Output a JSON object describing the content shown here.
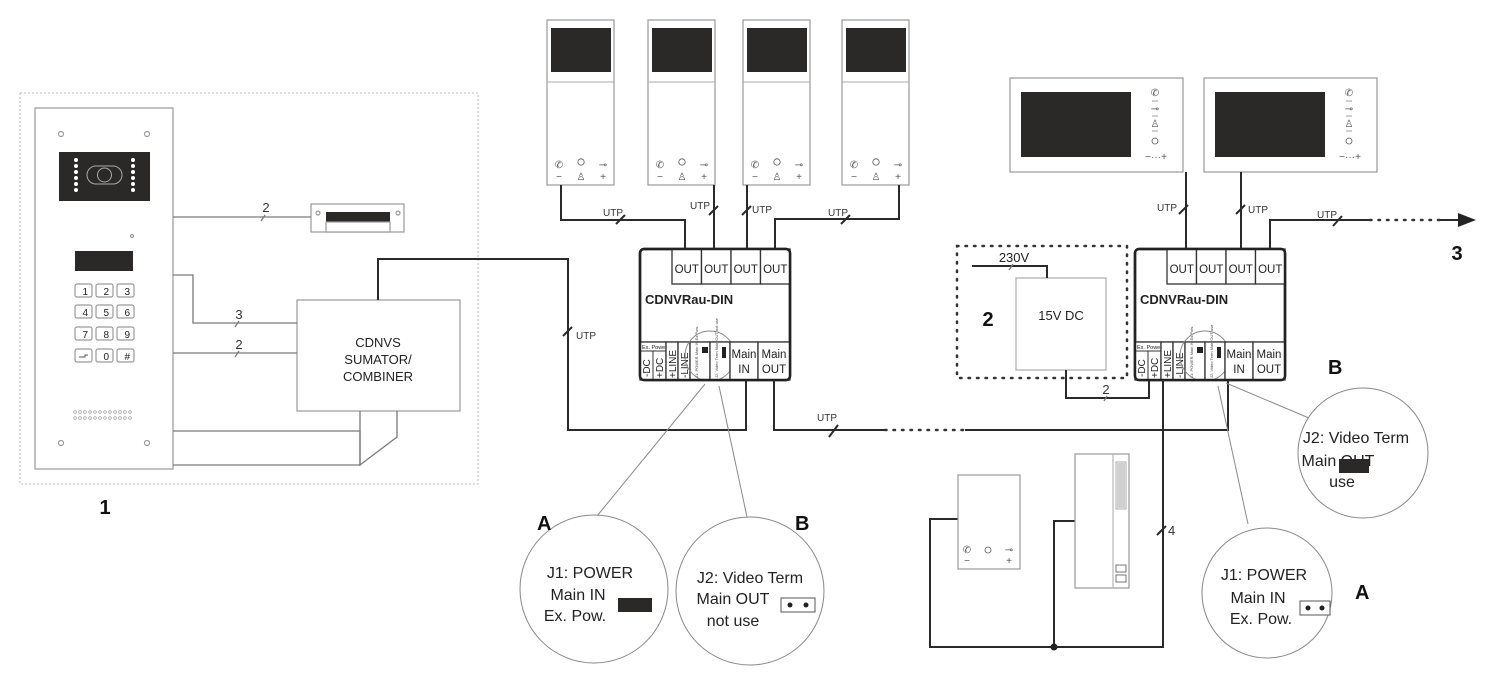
{
  "diagram": {
    "title": "CDNVRau-DIN video intercom wiring diagram",
    "section_labels": {
      "panel": "1",
      "power_supply": "2",
      "continuation": "3"
    },
    "entry_panel": {
      "keypad_keys": [
        "1",
        "2",
        "3",
        "4",
        "5",
        "6",
        "7",
        "8",
        "9",
        "key",
        "0",
        "#"
      ]
    },
    "combiner": {
      "line1": "CDNVS",
      "line2": "SUMATOR/",
      "line3": "COMBINER"
    },
    "power_supply": {
      "input_label": "230V",
      "output_label": "15V DC"
    },
    "modules": [
      {
        "name": "CDNVRau-DIN",
        "out_ports": [
          "OUT",
          "OUT",
          "OUT",
          "OUT"
        ],
        "bottom_ports": {
          "ex_power": "Ex. Power",
          "minus_dc": "-DC",
          "plus_dc": "+DC",
          "plus_line": "+LINE",
          "minus_line": "-LINE",
          "j1_small": "J1: POWER Main IN Ex.Pow.",
          "j2_small": "J2: Video Term Main OUT not use",
          "main_in_1": "Main",
          "main_in_2": "IN",
          "main_out_1": "Main",
          "main_out_2": "OUT"
        }
      },
      {
        "name": "CDNVRau-DIN",
        "out_ports": [
          "OUT",
          "OUT",
          "OUT",
          "OUT"
        ],
        "bottom_ports": {
          "ex_power": "Ex. Power",
          "minus_dc": "-DC",
          "plus_dc": "+DC",
          "plus_line": "+LINE",
          "minus_line": "-LINE",
          "j1_small": "J1: POWER Main IN Ex.Pow.",
          "j2_small": "J2: Video Term Main OUT use",
          "main_in_1": "Main",
          "main_in_2": "IN",
          "main_out_1": "Main",
          "main_out_2": "OUT"
        }
      }
    ],
    "wire_labels": {
      "utp": "UTP",
      "panel_to_lock": "2",
      "panel_to_combiner_a": "3",
      "panel_to_combiner_b": "2",
      "psu_to_module": "2",
      "audio_bus": "4"
    },
    "monitor_buttons": {
      "phone": "✆",
      "circle": "○",
      "key": "⊸",
      "minus": "−",
      "person": "♙",
      "plus": "+",
      "dots": "···"
    },
    "callouts": [
      {
        "letter": "A",
        "line1": "J1: POWER",
        "line2": "Main IN",
        "line3": "Ex. Pow.",
        "jumper_state": "closed"
      },
      {
        "letter": "B",
        "line1": "J2: Video Term",
        "line2": "Main OUT",
        "line3": "not use",
        "jumper_state": "open"
      },
      {
        "letter": "B",
        "line1": "J2: Video Term",
        "line2": "Main OUT",
        "line3": "use",
        "jumper_state": "closed"
      },
      {
        "letter": "A",
        "line1": "J1: POWER",
        "line2": "Main IN",
        "line3": "Ex. Pow.",
        "jumper_state": "open"
      }
    ]
  }
}
